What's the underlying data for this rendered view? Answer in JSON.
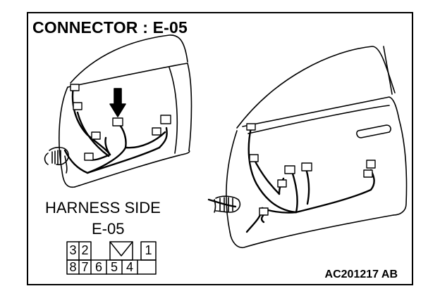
{
  "diagram": {
    "title": "CONNECTOR : E-05",
    "harness_label": "HARNESS SIDE",
    "connector_id": "E-05",
    "reference_code": "AC201217 AB",
    "connector_pins": {
      "top_row": [
        "3",
        "2",
        "",
        "",
        "1"
      ],
      "bottom_row": [
        "8",
        "7",
        "6",
        "5",
        "4"
      ]
    }
  }
}
